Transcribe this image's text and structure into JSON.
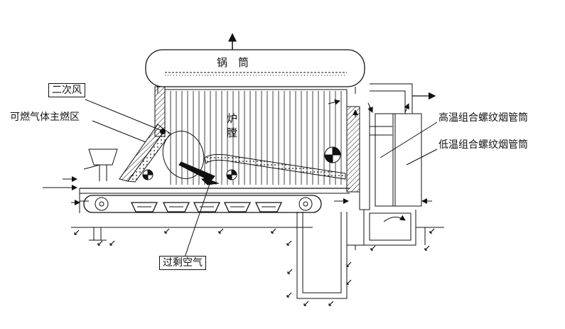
{
  "labels": {
    "drum": "锅　筒",
    "furnace_char1": "炉",
    "furnace_char2": "膛",
    "secondary_air": "二次风",
    "combustible_gas_zone": "可燃气体主燃区",
    "excess_air": "过剩空气",
    "high_temp_tubes": "高温组合螺纹烟管筒",
    "low_temp_tubes": "低温组合螺纹烟管筒"
  },
  "colors": {
    "line": "#111111",
    "background": "#ffffff"
  }
}
